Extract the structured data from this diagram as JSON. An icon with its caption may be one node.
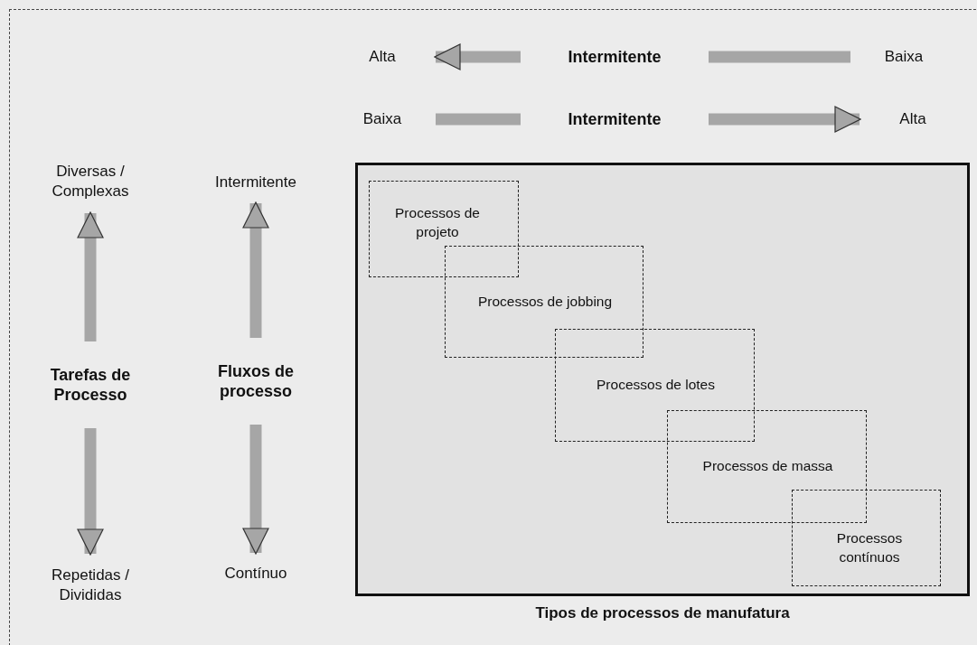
{
  "diagram": {
    "nodes": [
      {
        "text": [
          "Alta"
        ]
      },
      {
        "text": [
          "Intermitente"
        ]
      },
      {
        "text": [
          "Baixa"
        ]
      },
      {
        "text": [
          "Baixa"
        ]
      },
      {
        "text": [
          "Intermitente"
        ]
      },
      {
        "text": [
          "Alta"
        ]
      },
      {
        "text": [
          "Diversas / Complexas"
        ]
      },
      {
        "text": [
          "Tarefas de Processo"
        ]
      },
      {
        "text": [
          "Repetidas / Divididas"
        ]
      },
      {
        "text": [
          "Intermitente"
        ]
      },
      {
        "text": [
          "Fluxos de processo"
        ]
      },
      {
        "text": [
          "Contínuo"
        ]
      },
      {
        "text": [
          "Tipos de processos de manufatura"
        ]
      },
      {
        "text": [
          "Processos de projeto"
        ],
        "in": 12
      },
      {
        "text": [
          "Processos de jobbing"
        ],
        "in": 12
      },
      {
        "text": [
          "Processos de lotes"
        ],
        "in": 12
      },
      {
        "text": [
          "Processos de massa"
        ],
        "in": 12
      },
      {
        "text": [
          "Processos contínuos"
        ],
        "in": 12
      }
    ],
    "edges": [
      {
        "from": 1,
        "to": 0,
        "arrow": "to"
      },
      {
        "from": 1,
        "to": 2,
        "arrow": "none"
      },
      {
        "from": 4,
        "to": 3,
        "arrow": "none"
      },
      {
        "from": 4,
        "to": 5,
        "arrow": "to"
      },
      {
        "from": 7,
        "to": 6,
        "arrow": "to"
      },
      {
        "from": 7,
        "to": 8,
        "arrow": "to"
      },
      {
        "from": 10,
        "to": 9,
        "arrow": "to"
      },
      {
        "from": 10,
        "to": 11,
        "arrow": "to"
      }
    ]
  }
}
